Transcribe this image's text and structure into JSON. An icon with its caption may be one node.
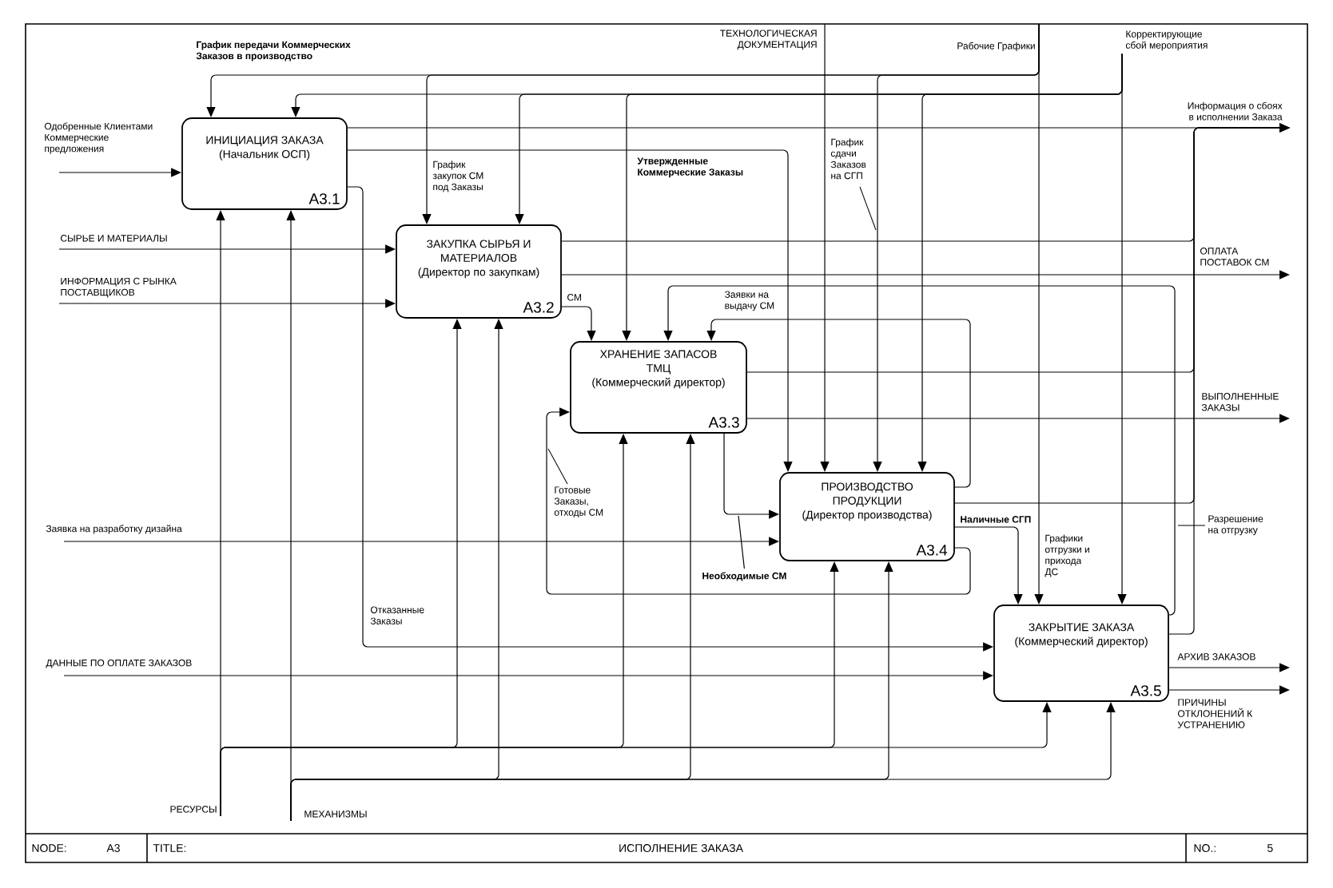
{
  "diagram": {
    "title": "ИСПОЛНЕНИЕ ЗАКАЗА",
    "nodes": [
      {
        "text": [
          "ИНИЦИАЦИЯ ЗАКАЗА",
          "(Начальник ОСП)",
          "A3.1"
        ]
      },
      {
        "text": [
          "ЗАКУПКА СЫРЬЯ И МАТЕРИАЛОВ",
          "(Директор по закупкам)",
          "A3.2"
        ]
      },
      {
        "text": [
          "ХРАНЕНИЕ ЗАПАСОВ ТМЦ",
          "(Коммерческий директор)",
          "A3.3"
        ]
      },
      {
        "text": [
          "ПРОИЗВОДСТВО ПРОДУКЦИИ",
          "(Директор производства)",
          "A3.4"
        ]
      },
      {
        "text": [
          "ЗАКРЫТИЕ ЗАКАЗА",
          "(Коммерческий директор)",
          "A3.5"
        ]
      },
      {
        "text": [
          "Рабочие Графики"
        ]
      },
      {
        "text": [
          "Корректирующие сбой мероприятия"
        ]
      },
      {
        "text": [
          "РЕСУРСЫ"
        ]
      },
      {
        "text": [
          "МЕХАНИЗМЫ"
        ]
      },
      {
        "text": [
          "Необходимые СМ"
        ]
      }
    ],
    "edges": [
      {
        "from": null,
        "to": 0,
        "arrow": "to",
        "label": "Одобренные Клиентами Коммерческие предложения"
      },
      {
        "from": null,
        "to": 1,
        "arrow": "to",
        "label": "СЫРЬЕ И МАТЕРИАЛЫ"
      },
      {
        "from": null,
        "to": 1,
        "arrow": "to",
        "label": "ИНФОРМАЦИЯ С РЫНКА ПОСТАВЩИКОВ"
      },
      {
        "from": null,
        "to": 3,
        "arrow": "to",
        "label": "Заявка на разработку дизайна"
      },
      {
        "from": null,
        "to": 4,
        "arrow": "to",
        "label": "ДАННЫЕ ПО ОПЛАТЕ ЗАКАЗОВ"
      },
      {
        "from": null,
        "to": 3,
        "arrow": "to",
        "label": "ТЕХНОЛОГИЧЕСКАЯ ДОКУМЕНТАЦИЯ"
      },
      {
        "from": 5,
        "to": 0,
        "arrow": "to",
        "label": "График передачи Коммерческих Заказов в производство"
      },
      {
        "from": 5,
        "to": 1,
        "arrow": "to",
        "label": "График закупок СМ под Заказы"
      },
      {
        "from": 5,
        "to": 3,
        "arrow": "to",
        "label": "График сдачи Заказов на СГП"
      },
      {
        "from": 5,
        "to": 4,
        "arrow": "to",
        "label": "Графики отгрузки и прихода ДС"
      },
      {
        "from": 6,
        "to": 0,
        "arrow": "to"
      },
      {
        "from": 6,
        "to": 1,
        "arrow": "to"
      },
      {
        "from": 6,
        "to": 2,
        "arrow": "to"
      },
      {
        "from": 6,
        "to": 3,
        "arrow": "to"
      },
      {
        "from": 6,
        "to": 4,
        "arrow": "to"
      },
      {
        "from": 7,
        "to": 0,
        "arrow": "to"
      },
      {
        "from": 7,
        "to": 1,
        "arrow": "to"
      },
      {
        "from": 7,
        "to": 2,
        "arrow": "to"
      },
      {
        "from": 7,
        "to": 3,
        "arrow": "to"
      },
      {
        "from": 7,
        "to": 4,
        "arrow": "to"
      },
      {
        "from": 8,
        "to": 0,
        "arrow": "to"
      },
      {
        "from": 8,
        "to": 1,
        "arrow": "to"
      },
      {
        "from": 8,
        "to": 2,
        "arrow": "to"
      },
      {
        "from": 8,
        "to": 3,
        "arrow": "to"
      },
      {
        "from": 8,
        "to": 4,
        "arrow": "to"
      },
      {
        "from": 0,
        "to": null,
        "arrow": "to",
        "label": "Информация о сбоях в исполнении Заказа"
      },
      {
        "from": 1,
        "to": null,
        "arrow": "to"
      },
      {
        "from": 2,
        "to": null,
        "arrow": "to"
      },
      {
        "from": 3,
        "to": null,
        "arrow": "to"
      },
      {
        "from": 4,
        "to": null,
        "arrow": "to"
      },
      {
        "from": 0,
        "to": 3,
        "arrow": "to",
        "label": "Утвержденные Коммерческие Заказы"
      },
      {
        "from": 0,
        "to": 4,
        "arrow": "to",
        "label": "Отказанные Заказы"
      },
      {
        "from": 1,
        "to": null,
        "arrow": "to",
        "label": "ОПЛАТА ПОСТАВОК СМ"
      },
      {
        "from": 1,
        "to": 2,
        "arrow": "to",
        "label": "СМ"
      },
      {
        "from": 2,
        "to": null,
        "arrow": "to",
        "label": "ВЫПОЛНЕННЫЕ ЗАКАЗЫ"
      },
      {
        "from": 2,
        "to": 3,
        "arrow": "to"
      },
      {
        "from": 3,
        "to": 2,
        "arrow": "to",
        "label": "Заявки на выдачу СМ"
      },
      {
        "from": 3,
        "to": 4,
        "arrow": "to",
        "label": "Наличные СГП"
      },
      {
        "from": 3,
        "to": 2,
        "arrow": "to",
        "label": "Готовые Заказы, отходы СМ"
      },
      {
        "from": 4,
        "to": 2,
        "arrow": "to",
        "label": "Разрешение на отгрузку"
      },
      {
        "from": 4,
        "to": null,
        "arrow": "to",
        "label": "АРХИВ ЗАКАЗОВ"
      },
      {
        "from": 4,
        "to": null,
        "arrow": "to",
        "label": "ПРИЧИНЫ ОТКЛОНЕНИЙ К УСТРАНЕНИЮ"
      },
      {
        "from": 9,
        "to": null,
        "arrow": "none"
      }
    ],
    "labels": [
      "NODE:",
      "A3",
      "TITLE:",
      "NO.:",
      "5"
    ]
  }
}
